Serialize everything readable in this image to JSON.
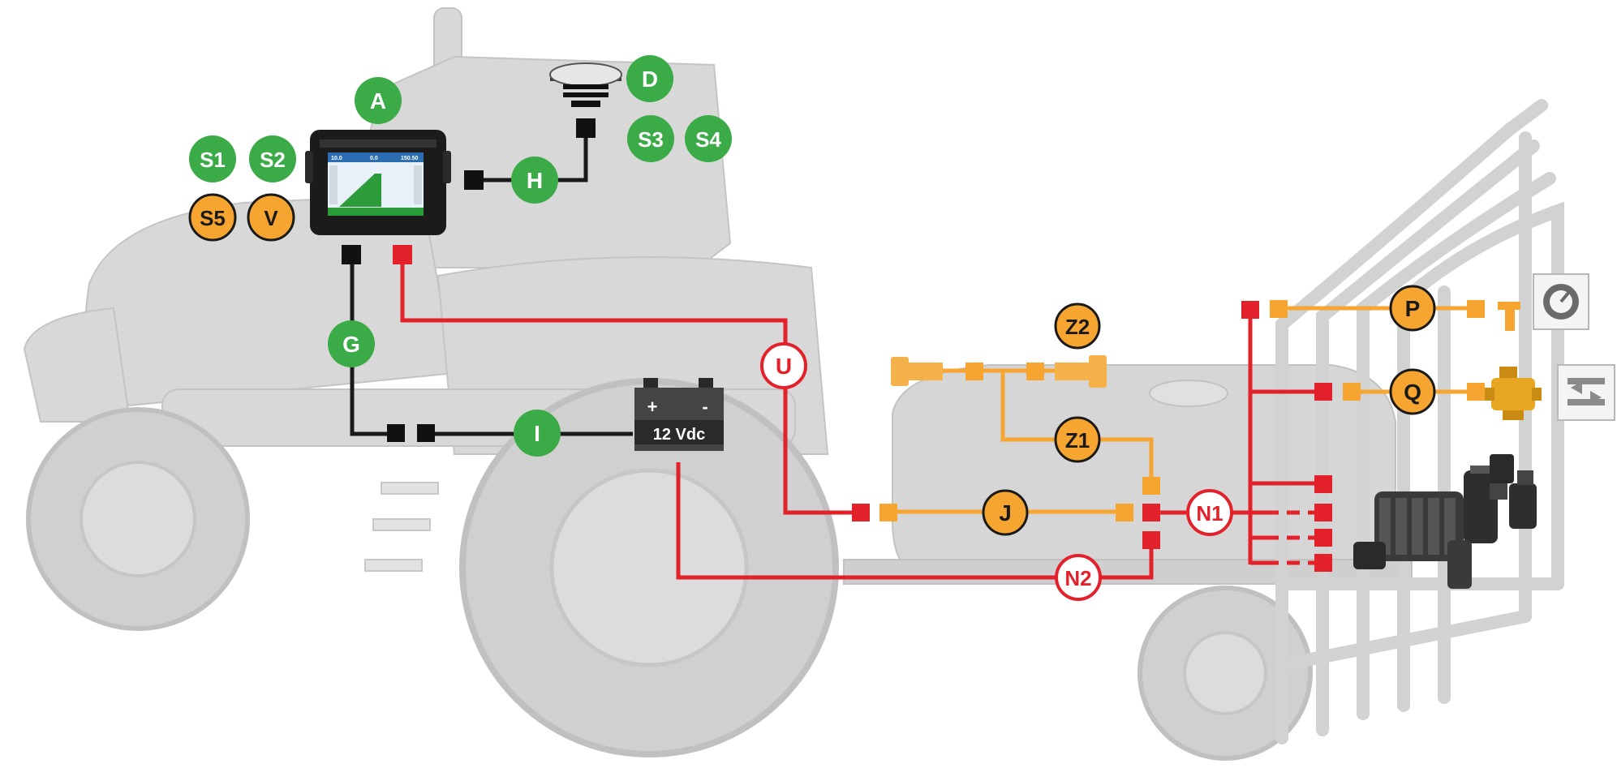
{
  "colors": {
    "data_line": "#1a1a1a",
    "power_line": "#e3212b",
    "control_line": "#f6a530",
    "green_badge": "#3aab47",
    "orange_badge": "#f6a530",
    "red_badge_fill": "#ffffff",
    "machine_gray": "#d6d6d6"
  },
  "display": {
    "label": "A",
    "icon": "field-computer-display-icon",
    "screen": {
      "left_value": "10.0",
      "mid_value": "0.0",
      "right_value": "150.50"
    }
  },
  "antenna": {
    "label": "D",
    "icon": "gps-antenna-icon"
  },
  "battery": {
    "label": "12 Vdc",
    "plus": "+",
    "minus": "-",
    "icon": "battery-icon"
  },
  "badges": {
    "A": "A",
    "D": "D",
    "S1": "S1",
    "S2": "S2",
    "S3": "S3",
    "S4": "S4",
    "S5": "S5",
    "V": "V",
    "H": "H",
    "G": "G",
    "I": "I",
    "U": "U",
    "J": "J",
    "Z1": "Z1",
    "Z2": "Z2",
    "N1": "N1",
    "N2": "N2",
    "P": "P",
    "Q": "Q"
  },
  "components": {
    "pressure_gauge": {
      "icon": "pressure-gauge-icon"
    },
    "flow_valve": {
      "icon": "flow-valve-icon"
    },
    "valve_manifold": {
      "icon": "valve-manifold-icon"
    }
  }
}
